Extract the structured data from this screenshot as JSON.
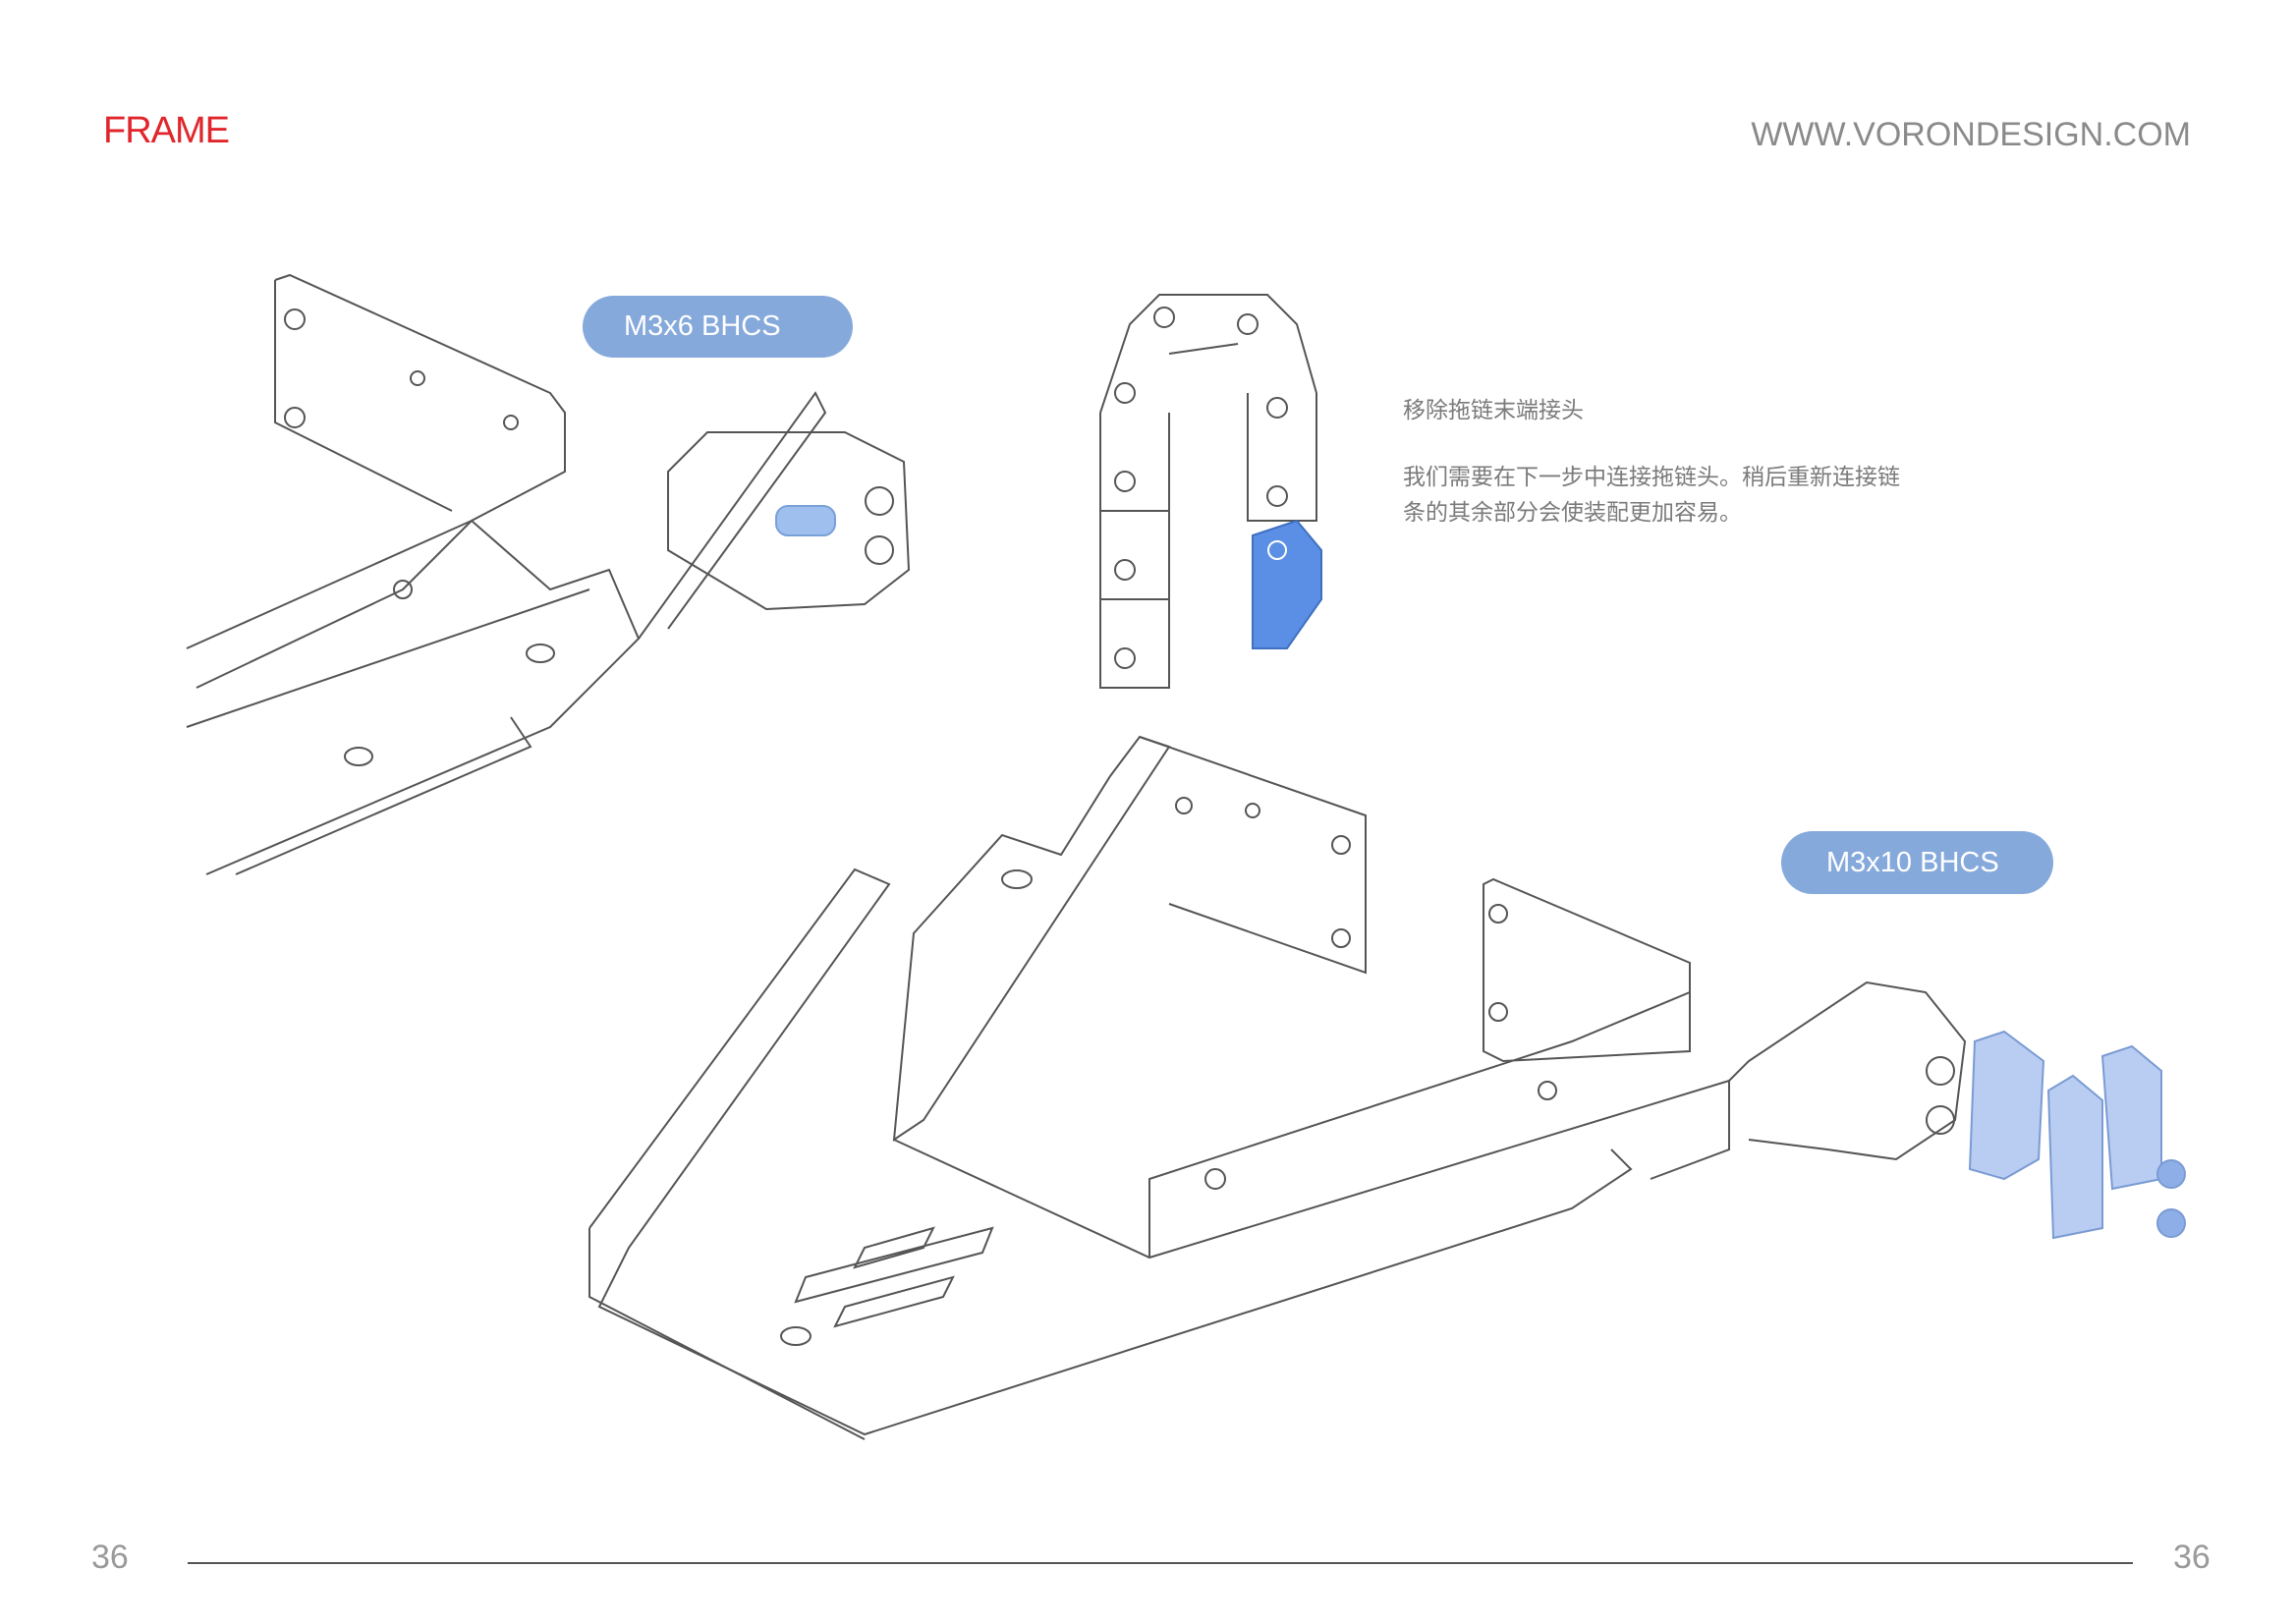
{
  "header": {
    "section": "FRAME",
    "website": "WWW.VORONDESIGN.COM"
  },
  "callouts": {
    "screw_top": "M3x6 BHCS",
    "screw_bottom": "M3x10 BHCS"
  },
  "instructions": {
    "title": "移除拖链末端接头",
    "body_line1": "我们需要在下一步中连接拖链头。稍后重新连接链",
    "body_line2": "条的其余部分会使装配更加容易。"
  },
  "footer": {
    "page_left": "36",
    "page_right": "36"
  },
  "colors": {
    "accent": "#e0262b",
    "callout": "#86a9dc",
    "part_highlight": "#5b8fe6"
  }
}
